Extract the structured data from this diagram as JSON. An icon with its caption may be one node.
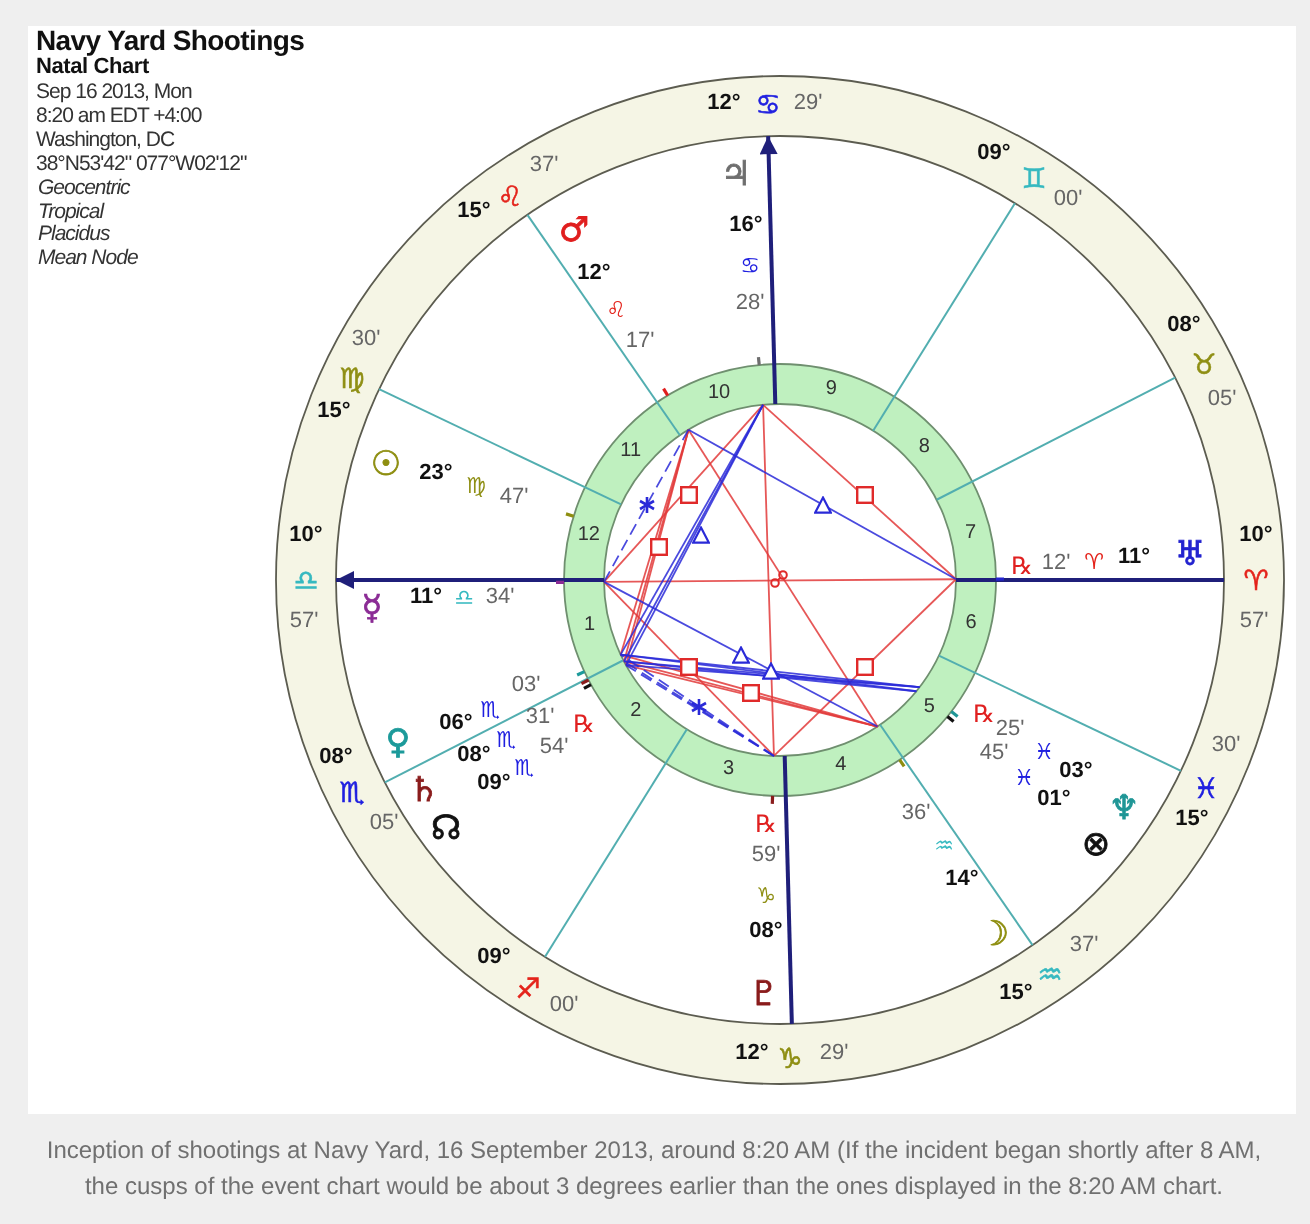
{
  "diagram": {
    "title": "Navy Yard Shootings",
    "caption": "Inception of shootings at Navy Yard, 16 September 2013, around 8:20 AM (If the incident began shortly after 8 AM, the cusps of the event chart would be about 3 degrees earlier than the ones displayed in the 8:20 AM chart.",
    "labels": [
      "Natal Chart",
      "Sep 16 2013, Mon",
      "8:20 am EDT +4:00",
      "Washington, DC",
      "38°N53'42\" 077°W02'12\"",
      "Geocentric",
      "Tropical",
      "Placidus",
      "Mean Node",
      "12°",
      "♋",
      "29'",
      "09°",
      "♊",
      "00'",
      "08°",
      "♉",
      "05'",
      "10°",
      "♈",
      "57'",
      "30'",
      "♓",
      "15°",
      "37'",
      "♒",
      "15°",
      "12°",
      "♑",
      "29'",
      "09°",
      "♐",
      "00'",
      "08°",
      "♏",
      "05'",
      "10°",
      "♎",
      "57'",
      "30'",
      "♍",
      "15°",
      "37'",
      "♌",
      "15°",
      "10",
      "9",
      "8",
      "7",
      "6",
      "5",
      "4",
      "3",
      "2",
      "1",
      "12",
      "11",
      "♃",
      "16°",
      "♋",
      "28'",
      "♂",
      "12°",
      "♌",
      "17'",
      "☉",
      "23°",
      "♍",
      "47'",
      "♅",
      "11°",
      "♈",
      "12'",
      "℞",
      "☿",
      "11°",
      "♎",
      "34'",
      "♆",
      "03°",
      "♓",
      "25'",
      "℞",
      "⊗",
      "01°",
      "♓",
      "45'",
      "♀",
      "06°",
      "♏",
      "03'",
      "♄",
      "08°",
      "♏",
      "31'",
      "☊",
      "09°",
      "♏",
      "54'",
      "℞",
      "☽",
      "14°",
      "♒",
      "36'",
      "♇",
      "08°",
      "♑",
      "59'",
      "℞"
    ]
  }
}
